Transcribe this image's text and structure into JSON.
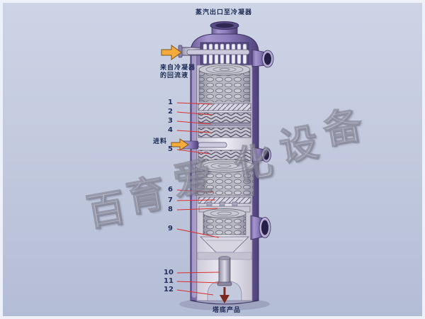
{
  "labels": {
    "top_outlet": "蒸汽出口至冷凝器",
    "reflux_line1": "来自冷凝器",
    "reflux_line2": "的回流液",
    "feed": "进料",
    "bottom_product": "塔底产品"
  },
  "callouts": [
    "1",
    "2",
    "3",
    "4",
    "5",
    "6",
    "7",
    "8",
    "9",
    "10",
    "11",
    "12"
  ],
  "watermark": [
    "百",
    "育",
    "爱",
    "化",
    "设",
    "备"
  ],
  "colors": {
    "background": "#c3cade",
    "column_purple": "#8a7ab8",
    "column_dark": "#3c3260",
    "interior": "#e9e7f0",
    "callout_line": "#d83030",
    "arrow_orange": "#f4ab3c",
    "text": "#1b2a55"
  }
}
